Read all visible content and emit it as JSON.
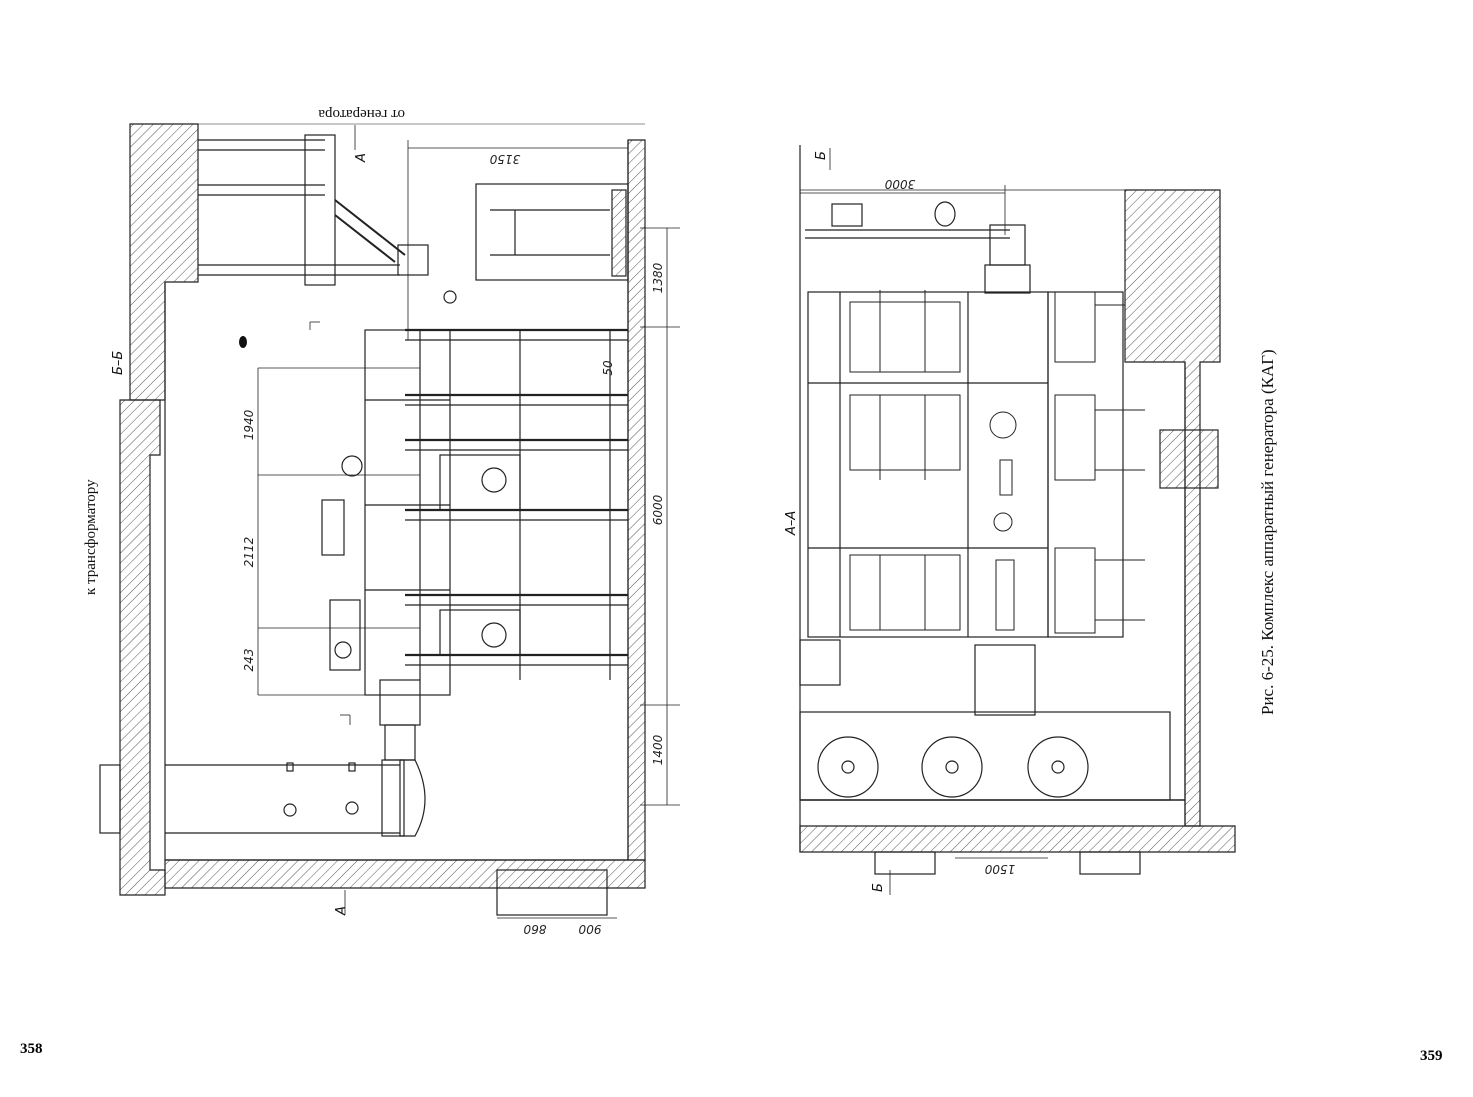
{
  "pages": {
    "left_number": "358",
    "right_number": "359"
  },
  "left_drawing": {
    "label_to_transformer": "к трансформатору",
    "label_from_generator": "от генератора",
    "section_label": "Б–Б",
    "cut_label_top": "A",
    "cut_label_bottom": "A",
    "dims": {
      "d3150": "3150",
      "d1380": "1380",
      "d6000": "6000",
      "d1400": "1400",
      "d1940": "1940",
      "d2112": "2112",
      "d243": "243",
      "d50": "50",
      "d860": "860",
      "d900": "900"
    }
  },
  "right_drawing": {
    "section_label": "A–A",
    "cut_label_top": "Б",
    "cut_label_bottom": "Б",
    "dims": {
      "d3000": "3000",
      "d1500": "1500"
    },
    "caption": "Рис. 6-25. Комплекс аппаратный генератора (КАГ)"
  }
}
